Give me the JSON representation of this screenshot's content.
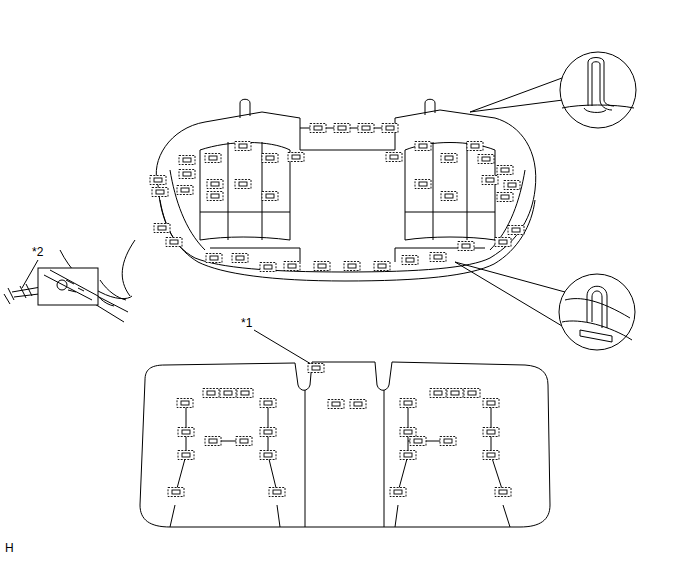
{
  "diagram": {
    "labels": [
      "*2",
      "*1",
      "H"
    ]
  }
}
